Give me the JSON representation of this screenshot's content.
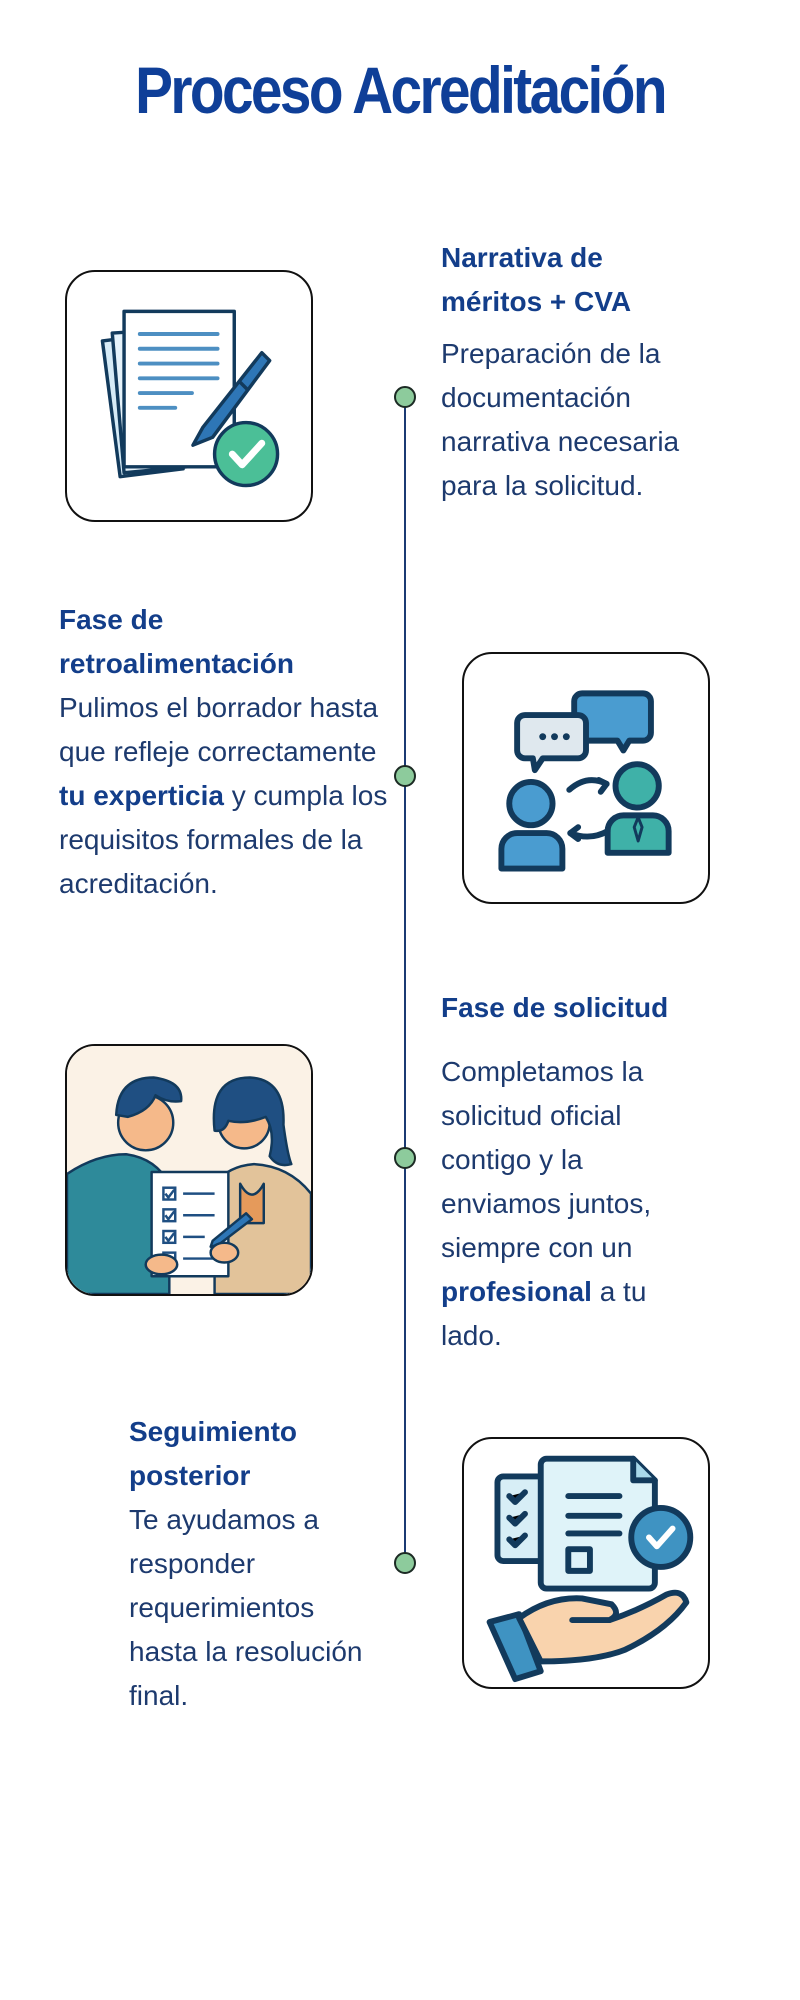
{
  "page": {
    "title": "Proceso Acreditación",
    "colors": {
      "title": "#0f3f98",
      "heading": "#133e8a",
      "body_text": "#1d3a6e",
      "timeline_line": "#1b3a73",
      "timeline_dot": "#8dcb9c"
    }
  },
  "steps": [
    {
      "heading": "Narrativa de méritos + CVA",
      "heading_line1": "Narrativa de",
      "heading_line2": "méritos + CVA",
      "text": "Preparación de la documentación narrativa necesaria para la solicitud.",
      "illustration": "document-pen-check-icon"
    },
    {
      "heading": "Fase de retroalimentación",
      "heading_line1": "Fase de",
      "heading_line2": "retroalimentación",
      "text_before": "Pulimos el borrador hasta que refleje correctamente",
      "text_bold": "tu experticia",
      "text_after": "y cumpla los requisitos formales de la acreditación.",
      "illustration": "conversation-feedback-icon"
    },
    {
      "heading": "Fase de solicitud",
      "text_before": "Completamos la solicitud oficial contigo y la enviamos juntos, siempre con un",
      "text_bold": "profesional",
      "text_after": "a tu lado.",
      "illustration": "two-people-checklist-icon"
    },
    {
      "heading": "Seguimiento posterior",
      "heading_line1": "Seguimiento",
      "heading_line2": "posterior",
      "text": "Te ayudamos a responder requerimientos hasta la resolución final.",
      "illustration": "hand-document-check-icon"
    }
  ]
}
